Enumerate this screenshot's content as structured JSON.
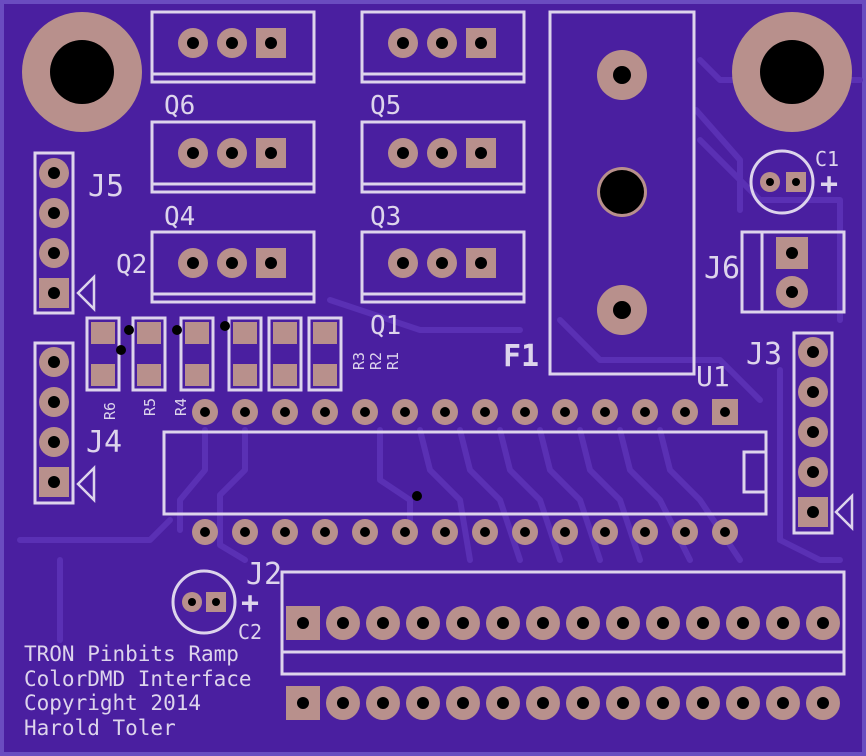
{
  "board": {
    "colors": {
      "substrate": "#4a1fa0",
      "outline": "#6a4cc0",
      "trace": "#5a30b4",
      "pad": "#b8908c",
      "silk": "#ddd4ec",
      "drill": "#000000"
    },
    "labels": {
      "q6": "Q6",
      "q5": "Q5",
      "q4": "Q4",
      "q3": "Q3",
      "q2": "Q2",
      "q1": "Q1",
      "j5": "J5",
      "j4": "J4",
      "j6": "J6",
      "j3": "J3",
      "j2": "J2",
      "f1": "F1",
      "u1": "U1",
      "c1": "C1",
      "c2": "C2",
      "r1": "R1",
      "r2": "R2",
      "r3": "R3",
      "r4": "R4",
      "r5": "R5",
      "r6": "R6",
      "plus": "+"
    },
    "credits": {
      "line1": "TRON Pinbits Ramp",
      "line2": "ColorDMD Interface",
      "line3": "Copyright 2014",
      "line4": "Harold Toler"
    }
  }
}
